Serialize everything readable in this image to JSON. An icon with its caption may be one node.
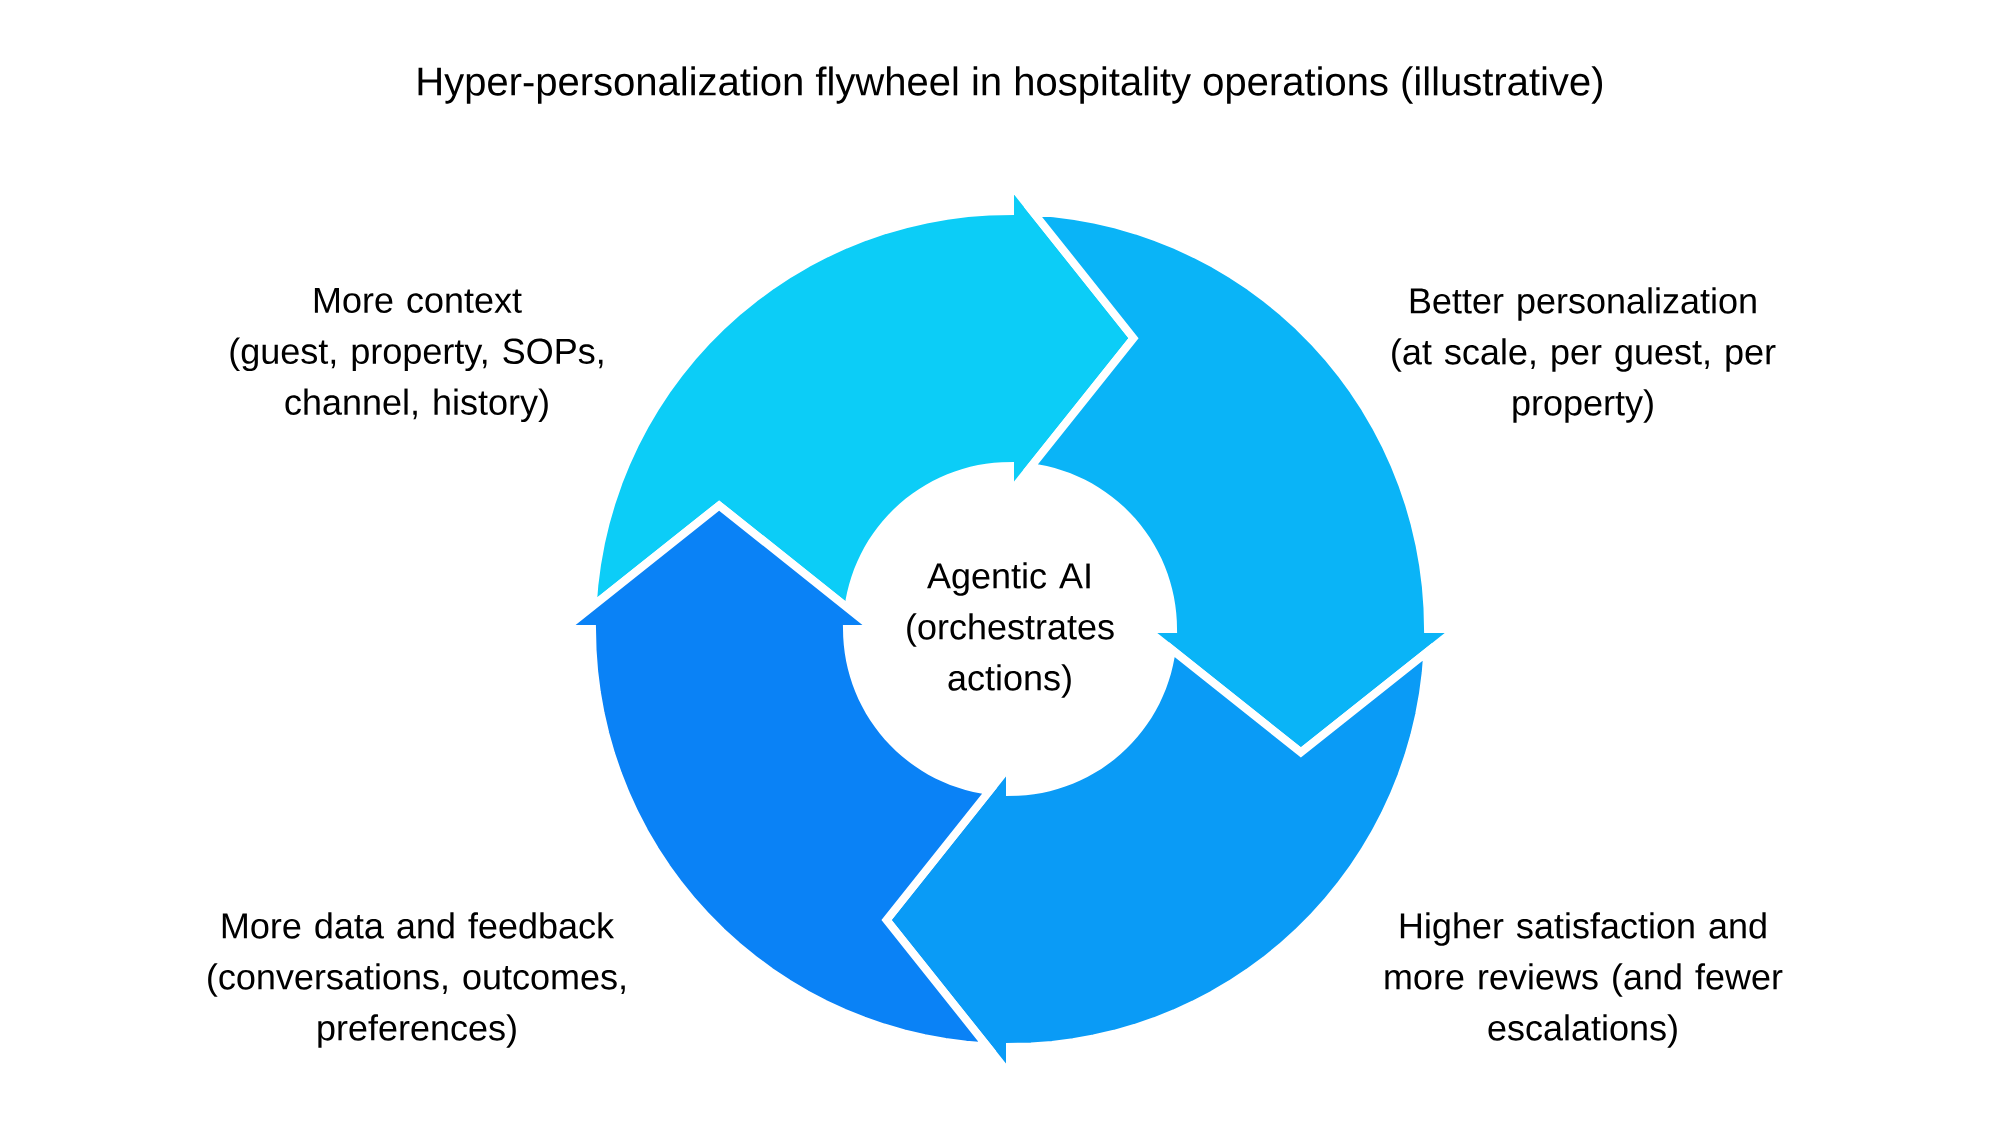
{
  "diagram": {
    "title": "Hyper-personalization flywheel in hospitality operations (illustrative)",
    "nodes": [
      {
        "text": [
          "More context",
          "(guest, property, SOPs, channel, history)"
        ]
      },
      {
        "text": [
          "Better personalization",
          "(at scale, per guest, per property)"
        ]
      },
      {
        "text": [
          "Higher satisfaction and more reviews (and fewer escalations)"
        ]
      },
      {
        "text": [
          "More data and feedback",
          "(conversations, outcomes, preferences)"
        ]
      },
      {
        "text": [
          "Agentic AI (orchestrates actions)"
        ]
      }
    ],
    "edges": [
      {
        "from": 0,
        "to": 1,
        "arrow": "to",
        "color": "#0ccdf7"
      },
      {
        "from": 1,
        "to": 2,
        "arrow": "to",
        "color": "#0ab4f7"
      },
      {
        "from": 2,
        "to": 3,
        "arrow": "to",
        "color": "#0a9bf6"
      },
      {
        "from": 3,
        "to": 0,
        "arrow": "to",
        "color": "#0a82f6"
      }
    ]
  }
}
